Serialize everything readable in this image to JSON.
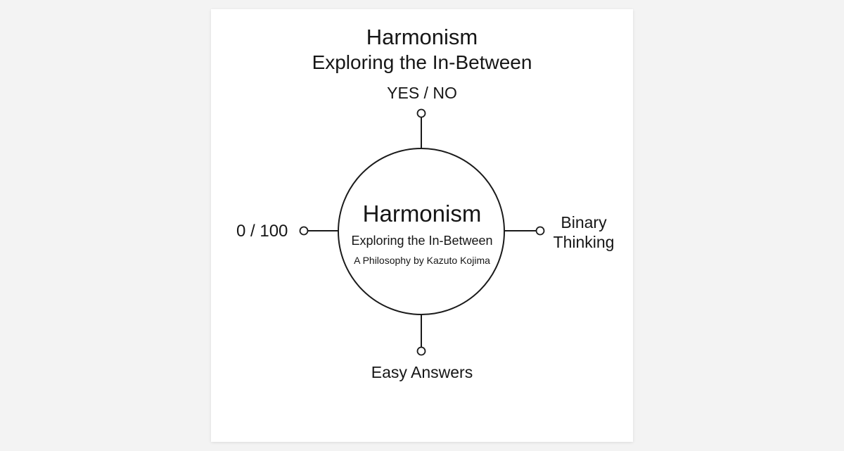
{
  "header": {
    "title": "Harmonism",
    "subtitle": "Exploring the In-Between"
  },
  "center": {
    "title": "Harmonism",
    "subtitle": "Exploring the In-Between",
    "credit": "A Philosophy by Kazuto Kojima"
  },
  "nodes": {
    "top": "YES / NO",
    "left": "0 / 100",
    "right_line1": "Binary",
    "right_line2": "Thinking",
    "bottom": "Easy Answers"
  },
  "colors": {
    "page_background": "#f3f3f3",
    "card_background": "#ffffff",
    "stroke": "#1a1a1a"
  }
}
